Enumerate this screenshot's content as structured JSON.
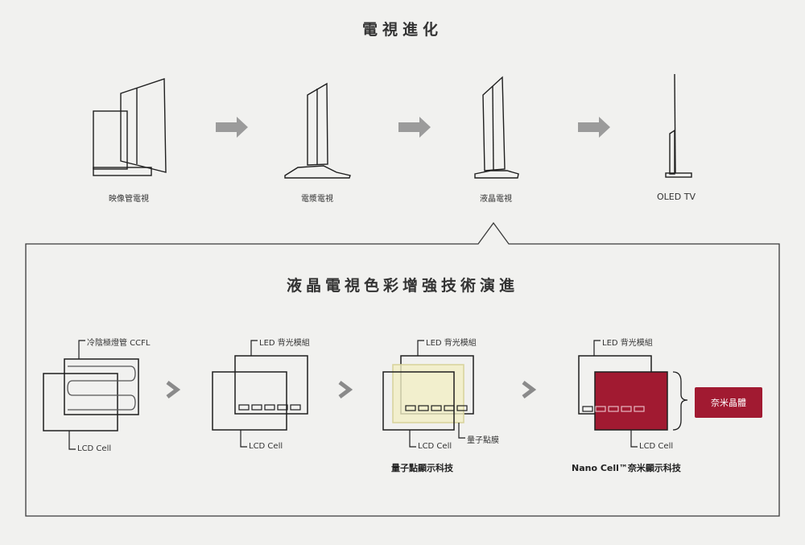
{
  "title": "電視進化",
  "evolution": [
    {
      "label": "映像管電視",
      "icon": "crt-tv-icon"
    },
    {
      "label": "電漿電視",
      "icon": "plasma-tv-icon"
    },
    {
      "label": "液晶電視",
      "icon": "lcd-tv-icon"
    },
    {
      "label": "OLED TV",
      "icon": "oled-tv-icon"
    }
  ],
  "enhancement": {
    "title": "液晶電視色彩增強技術演進",
    "stages": [
      {
        "backlight": "冷陰極燈管 CCFL",
        "cell": "LCD Cell",
        "caption": ""
      },
      {
        "backlight": "LED 背光模組",
        "cell": "LCD Cell",
        "caption": ""
      },
      {
        "backlight": "LED 背光模組",
        "cell": "LCD Cell",
        "film": "量子點膜",
        "caption": "量子點顯示科技"
      },
      {
        "backlight": "LED 背光模組",
        "cell": "LCD Cell",
        "badge": "奈米晶體",
        "caption": "Nano Cell™奈米顯示科技"
      }
    ]
  },
  "colors": {
    "accent": "#a11a31",
    "arrow": "#9b9b9b",
    "quantum_dot_film": "#f3efc4",
    "line": "#1f1f1f"
  }
}
